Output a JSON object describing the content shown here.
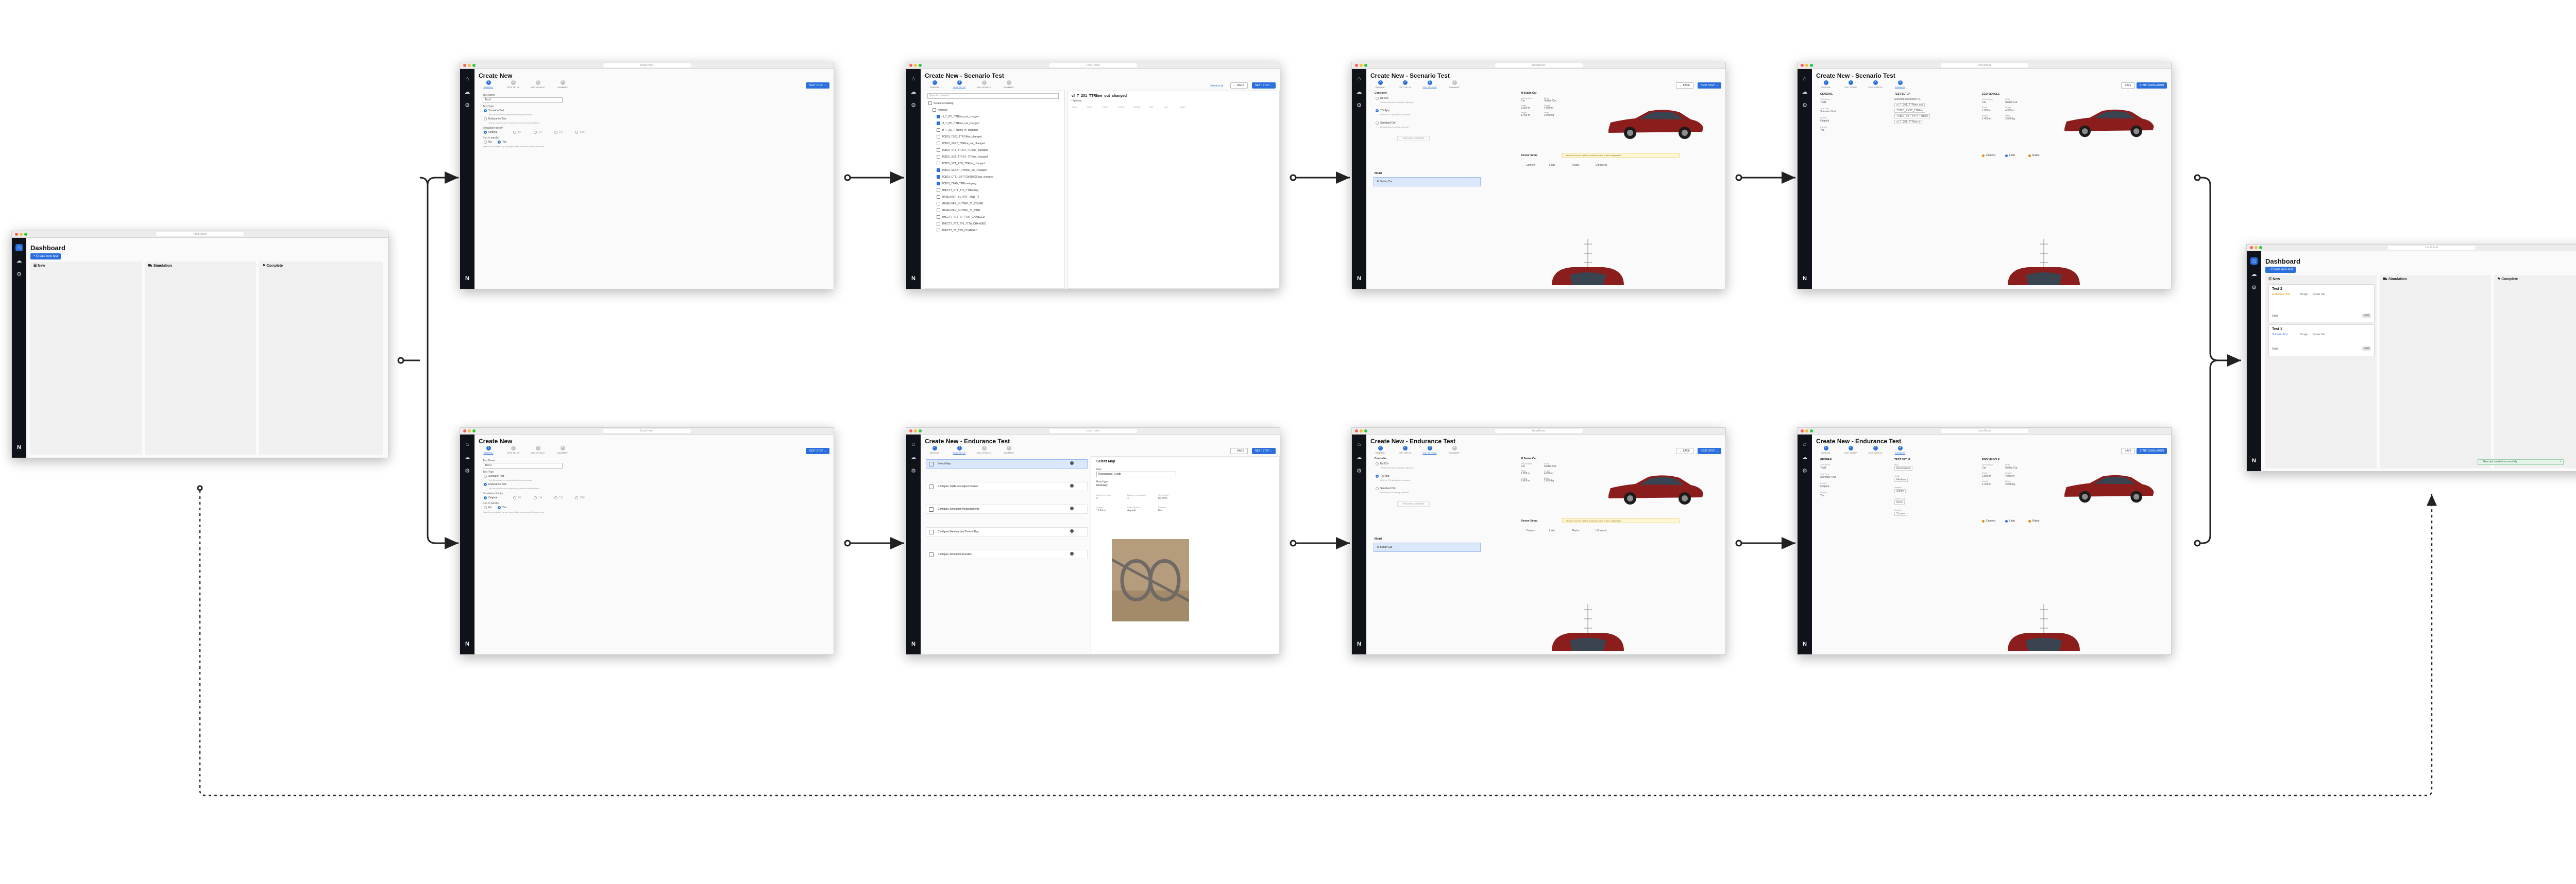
{
  "window": {
    "url": "localhost"
  },
  "nav": {
    "home": "⌂",
    "storage": "☁",
    "settings": "⚙",
    "logo": "N"
  },
  "dashboard": {
    "title": "Dashboard",
    "create_button": "+ Create new test",
    "columns": [
      "New",
      "Simulation",
      "Complete"
    ],
    "cards": [
      {
        "title": "Test 2",
        "tag": "Endurance Test",
        "meta1": "3d ago",
        "meta2": "Sedan Car",
        "action": "Draft",
        "button": "Edit"
      },
      {
        "title": "Test 1",
        "tag": "Scenario Test",
        "meta1": "3d ago",
        "meta2": "Sedan Car",
        "action": "Draft",
        "button": "Edit"
      }
    ],
    "toast": "New test created successfully"
  },
  "steps": [
    "GENERAL",
    "TEST SETUP",
    "EGO VEHICLE",
    "SUMMARY"
  ],
  "buttons": {
    "next": "NEXT STEP →",
    "save": "SAVE",
    "back": "← BACK",
    "start": "START SIMULATION"
  },
  "create_new": {
    "title": "Create New",
    "test_name_label": "Test Name",
    "test_name_values": [
      "Test1",
      "Test 2"
    ],
    "test_type_label": "Test Type",
    "type_scenario": "Scenario Test",
    "type_scenario_desc": "Test the vehicle on predefined driving scenarios",
    "type_endurance": "Endurance Test",
    "type_endurance_desc": "Test the vehicle over long driving periods and conditions",
    "fidelity_label": "Simulation fidelity",
    "fidelity_options": [
      "Original",
      "1/2",
      "1/4",
      "1/8",
      "1/16"
    ],
    "parallel_label": "Run in parallel",
    "parallel_options": [
      "No",
      "Yes"
    ],
    "parallel_desc": "Speed up simulation by running multiple instances at the same time"
  },
  "scenario_setup": {
    "title": "Create New - Scenario Test",
    "search_placeholder": "Search scenarios",
    "tree": [
      "Scenario Catalog",
      "Highway",
      "cf_T_201_TTRline_out_changed",
      "cf_T_201_TTRline_out_changed",
      "cf_T_201_TTRline_in_changed",
      "TCB01_TS03_TTRC4bis_changed",
      "TCB01_XXXT_TTRline_out_changed",
      "TCB01_VTT_TTRC4_TTRline_changed",
      "TCB01_XXT_TTRC4_TTRline_changed",
      "TCB01_XXT_PTR_TTRline_changed",
      "TCB01_SXXXT_TTRline_out_changed",
      "TCB01_CTT1_XXTTCB01000Data_changed",
      "TCB01_TTAD_TTRLinetoping",
      "THECTT_CTT_TT0_TTRsoping",
      "MANEUVER_SUTTRF_AND_TT",
      "MANEUVER_SUTTRF_TT_COVER",
      "MANEUVER_SUTTRF_TT_CTRL",
      "THECTT_TTT_TT_TTAF_CHANGED",
      "THECTT_TTT_TT0_TTTA_CHANGED",
      "THECTT_TT_TTO_CHANGED"
    ],
    "detail_title": "cf_T_201_TTRline_out_changed",
    "detail_meta": "Highway",
    "deselect": "Deselect all",
    "attrs": [
      "speed",
      "lanes",
      "traffic",
      "weather",
      "duration",
      "road",
      "ego",
      "target"
    ]
  },
  "ego_vehicle": {
    "title_scn": "Create New - Scenario Test",
    "title_end": "Create New - Endurance Test",
    "controller_label": "Controller",
    "controllers": [
      {
        "name": "No Ctrl",
        "desc": "Vehicle follows the default trajectory"
      },
      {
        "name": "TSi App",
        "desc": "Use the TSi application controller"
      },
      {
        "name": "Standard Ctrl",
        "desc": "Default built-in driving controller"
      }
    ],
    "add_controller": "Add new controller",
    "model_label": "Model",
    "model_value": "M Sedan Car",
    "vehicle_label": "M Sedan Car",
    "specs": [
      {
        "k": "Vehicle type",
        "v": "Car"
      },
      {
        "k": "Body",
        "v": "Sedan Car"
      },
      {
        "k": "Width",
        "v": "1.850 m"
      },
      {
        "k": "Length",
        "v": "4.950 m"
      },
      {
        "k": "Height",
        "v": "1.450 m"
      },
      {
        "k": "Mass",
        "v": "2.050 kg"
      }
    ],
    "sensor_label": "Sensor Setup",
    "sensor_warn": "Sensors from the vehicle model are used in this configuration",
    "sensor_cols": [
      "Camera",
      "Lidar",
      "Radar",
      "Ultrasonic"
    ]
  },
  "summary": {
    "general": "GENERAL",
    "test_setup": "TEST SETUP",
    "ego": "EGO VEHICLE",
    "general_rows": [
      {
        "k": "Test Name",
        "v": "Test1"
      },
      {
        "k": "Test Type",
        "v": "Scenario Test"
      },
      {
        "k": "Fidelity",
        "v": "Original"
      },
      {
        "k": "Parallel",
        "v": "Yes"
      }
    ],
    "scn_setup_rows": [
      "Selected Scenarios (4)",
      "cf_T_201_TTRline_out",
      "TCB01_XXXT_TTRline",
      "TCB01_XXT_PTR_TTRline",
      "cf_T_201_TTRline_in"
    ],
    "end_setup_rows": [
      {
        "k": "Map",
        "v": "Roundabout"
      },
      {
        "k": "Traffic",
        "v": "Medium"
      },
      {
        "k": "Weather",
        "v": "Sunny"
      },
      {
        "k": "Time of Day",
        "v": "Noon"
      },
      {
        "k": "Duration",
        "v": "2 hours"
      }
    ],
    "legend": [
      "Camera",
      "Lidar",
      "Radar"
    ]
  },
  "endurance_setup": {
    "title": "Create New - Endurance Test",
    "items": [
      "Select Map",
      "Configure Traffic and Agent Profiles",
      "Configure Simulation Measurements",
      "Configure Weather and Time of Day",
      "Configure Simulation Duration"
    ],
    "detail_title": "Select Map",
    "map_label": "Map",
    "map_value": "Roundabout_0.xodr",
    "map_type_label": "Road type",
    "map_type": "Motorway",
    "fields": [
      {
        "k": "Number of lanes",
        "v": "2"
      },
      {
        "k": "Number of junctions",
        "v": "4"
      },
      {
        "k": "Speed limit",
        "v": "80 km/h"
      },
      {
        "k": "Length",
        "v": "12.4 km"
      },
      {
        "k": "Road surface",
        "v": "Asphalt"
      },
      {
        "k": "Elevation",
        "v": "Flat"
      }
    ]
  },
  "colors": {
    "accent": "#2a6fdb",
    "sidebar": "#0f1218",
    "car": "#8b1d1d"
  }
}
